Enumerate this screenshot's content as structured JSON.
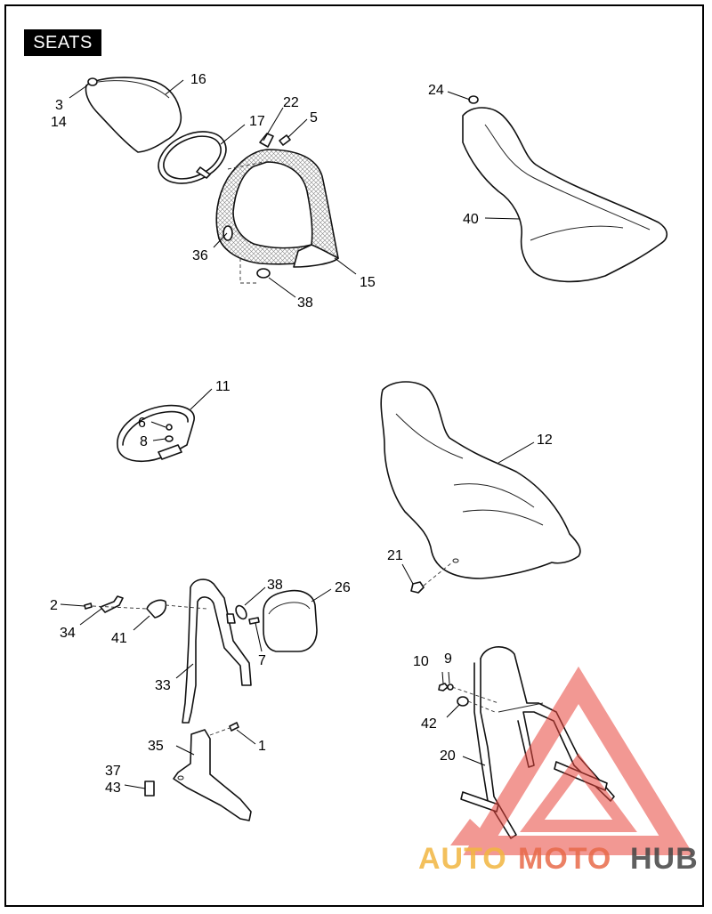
{
  "title": "SEATS",
  "callouts": [
    "16",
    "3",
    "14",
    "24",
    "22",
    "17",
    "5",
    "36",
    "15",
    "38",
    "40",
    "11",
    "6",
    "8",
    "12",
    "21",
    "2",
    "34",
    "41",
    "38",
    "26",
    "7",
    "33",
    "10",
    "9",
    "42",
    "35",
    "1",
    "20",
    "37",
    "43"
  ],
  "watermark": {
    "text_a": "AUTO",
    "text_b": "MOTO",
    "text_c": "HUB",
    "color_a": "#f2b640",
    "color_b": "#e86a4a",
    "color_c": "#444444",
    "logo_color": "#e8453c"
  },
  "colors": {
    "line": "#111111",
    "background": "#ffffff"
  }
}
